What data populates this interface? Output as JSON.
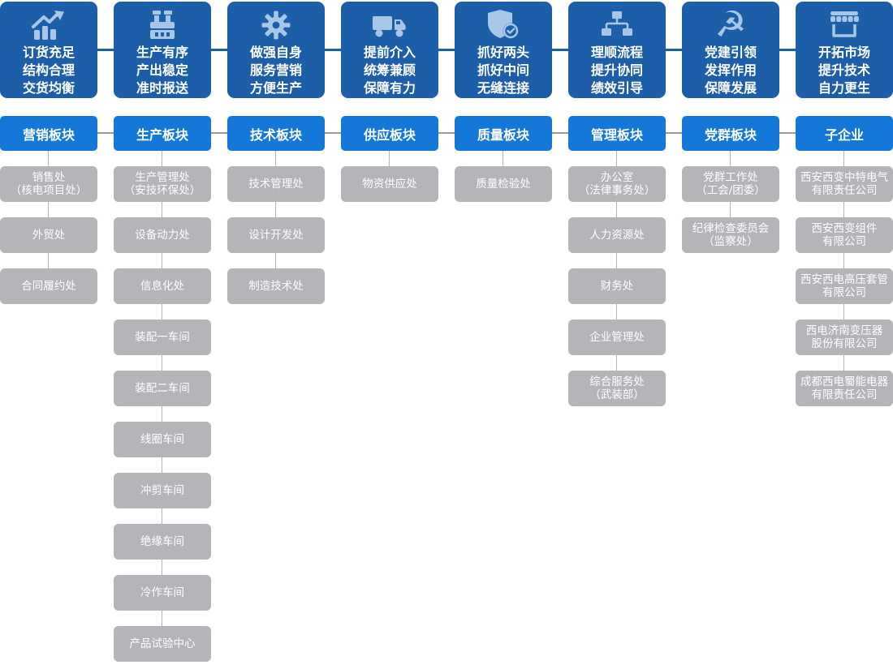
{
  "colors": {
    "header_blue": "#1c5fa8",
    "label_blue": "#1478d9",
    "icon_blue": "#a9c6e8",
    "dept_gray": "#b3b5b8",
    "line_gray": "#b5b5b5",
    "connector_gray": "#999999",
    "text_white": "#ffffff"
  },
  "columns": [
    {
      "icon": "trend-chart",
      "slogan": "订货充足\n结构合理\n交货均衡",
      "label": "营销板块",
      "departments": [
        "销售处\n（核电项目处）",
        "外贸处",
        "合同履约处"
      ]
    },
    {
      "icon": "factory",
      "slogan": "生产有序\n产出稳定\n准时报送",
      "label": "生产板块",
      "departments": [
        "生产管理处\n（安技环保处）",
        "设备动力处",
        "信息化处",
        "装配一车间",
        "装配二车间",
        "线圈车间",
        "冲剪车间",
        "绝缘车间",
        "冷作车间",
        "产品试验中心"
      ]
    },
    {
      "icon": "gear",
      "slogan": "做强自身\n服务营销\n方便生产",
      "label": "技术板块",
      "departments": [
        "技术管理处",
        "设计开发处",
        "制造技术处"
      ]
    },
    {
      "icon": "truck",
      "slogan": "提前介入\n统筹兼顾\n保障有力",
      "label": "供应板块",
      "departments": [
        "物资供应处"
      ]
    },
    {
      "icon": "shield-check",
      "slogan": "抓好两头\n抓好中间\n无缝连接",
      "label": "质量板块",
      "departments": [
        "质量检验处"
      ]
    },
    {
      "icon": "sitemap",
      "slogan": "理顺流程\n提升协同\n绩效引导",
      "label": "管理板块",
      "departments": [
        "办公室\n（法律事务处）",
        "人力资源处",
        "财务处",
        "企业管理处",
        "综合服务处\n（武装部）"
      ]
    },
    {
      "icon": "hammer-sickle",
      "slogan": "党建引领\n发挥作用\n保障发展",
      "label": "党群板块",
      "departments": [
        "党群工作处\n（工会/团委）",
        "纪律检查委员会\n（监察处）"
      ]
    },
    {
      "icon": "storefront",
      "slogan": "开拓市场\n提升技术\n自力更生",
      "label": "子企业",
      "departments": [
        "西安西变中特电气\n有限责任公司",
        "西安西变组件\n有限公司",
        "西安西电高压套管\n有限公司",
        "西电济南变压器\n股份有限公司",
        "成都西电蜀能电器\n有限责任公司"
      ]
    }
  ]
}
